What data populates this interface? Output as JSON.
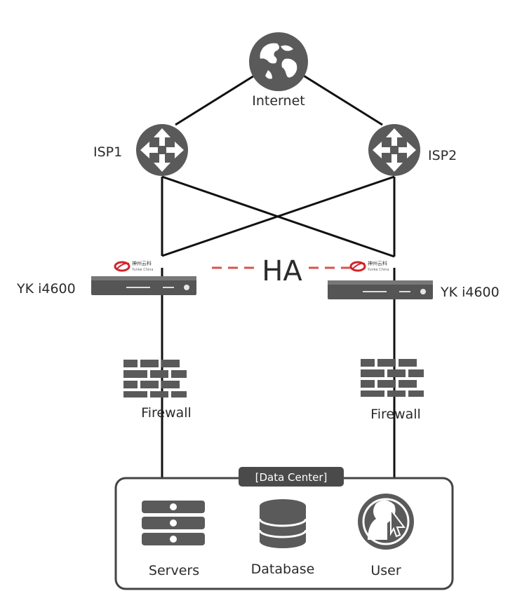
{
  "labels": {
    "internet": "Internet",
    "isp1": "ISP1",
    "isp2": "ISP2",
    "ha": "HA",
    "device_left": "YK i4600",
    "device_right": "YK i4600",
    "firewall_left": "Firewall",
    "firewall_right": "Firewall",
    "data_center": "[Data Center]",
    "servers": "Servers",
    "database": "Database",
    "user": "User"
  },
  "brand": {
    "logo_text": "神州云科",
    "logo_subtext": "Yunke China"
  },
  "colors": {
    "icon": "#5a5a5a",
    "line": "#111111",
    "ha_link": "#d9534f",
    "logo_red": "#d2232a"
  }
}
